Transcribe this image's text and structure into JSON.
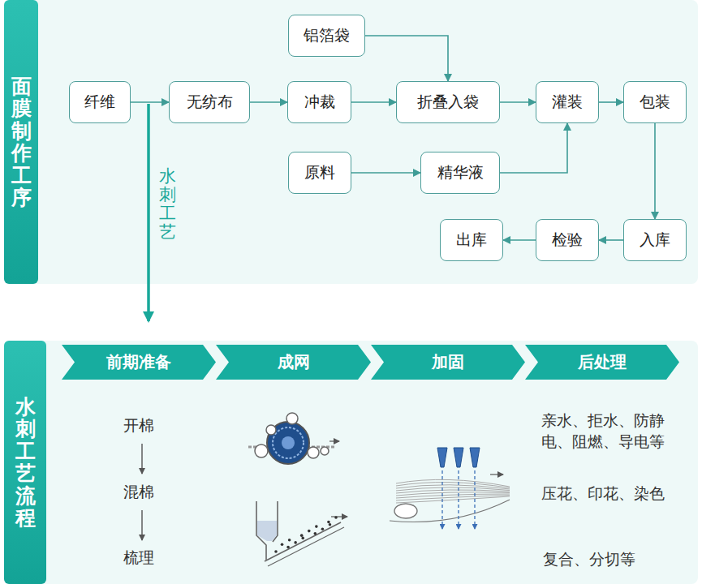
{
  "diagram": {
    "nodes": [
      {
        "text": [
          "面膜制作工序"
        ]
      },
      {
        "text": [
          "铝箔袋"
        ]
      },
      {
        "text": [
          "纤维"
        ]
      },
      {
        "text": [
          "无纺布"
        ]
      },
      {
        "text": [
          "冲裁"
        ]
      },
      {
        "text": [
          "折叠入袋"
        ]
      },
      {
        "text": [
          "灌装"
        ]
      },
      {
        "text": [
          "包装"
        ]
      },
      {
        "text": [
          "原料"
        ]
      },
      {
        "text": [
          "精华液"
        ]
      },
      {
        "text": [
          "出库"
        ]
      },
      {
        "text": [
          "检验"
        ]
      },
      {
        "text": [
          "入库"
        ]
      },
      {
        "text": [
          "水刺工艺流程"
        ]
      },
      {
        "text": [
          "前期准备"
        ]
      },
      {
        "text": [
          "成网"
        ]
      },
      {
        "text": [
          "加固"
        ]
      },
      {
        "text": [
          "后处理"
        ]
      }
    ],
    "edges": [
      {
        "from": 2,
        "to": 3,
        "arrow": "to"
      },
      {
        "from": 3,
        "to": 4,
        "arrow": "to"
      },
      {
        "from": 4,
        "to": 5,
        "arrow": "to"
      },
      {
        "from": 1,
        "to": 5,
        "arrow": "to"
      },
      {
        "from": 5,
        "to": 6,
        "arrow": "to"
      },
      {
        "from": 6,
        "to": 7,
        "arrow": "to"
      },
      {
        "from": 8,
        "to": 9,
        "arrow": "to"
      },
      {
        "from": 9,
        "to": 6,
        "arrow": "to"
      },
      {
        "from": 7,
        "to": 12,
        "arrow": "to"
      },
      {
        "from": 12,
        "to": 11,
        "arrow": "to"
      },
      {
        "from": 11,
        "to": 10,
        "arrow": "to"
      }
    ],
    "labels": [
      "水刺工艺",
      "开棉",
      "混棉",
      "梳理",
      "亲水、拒水、防静电、阻燃、导电等",
      "压花、印花、染色",
      "复合、分切等"
    ]
  }
}
